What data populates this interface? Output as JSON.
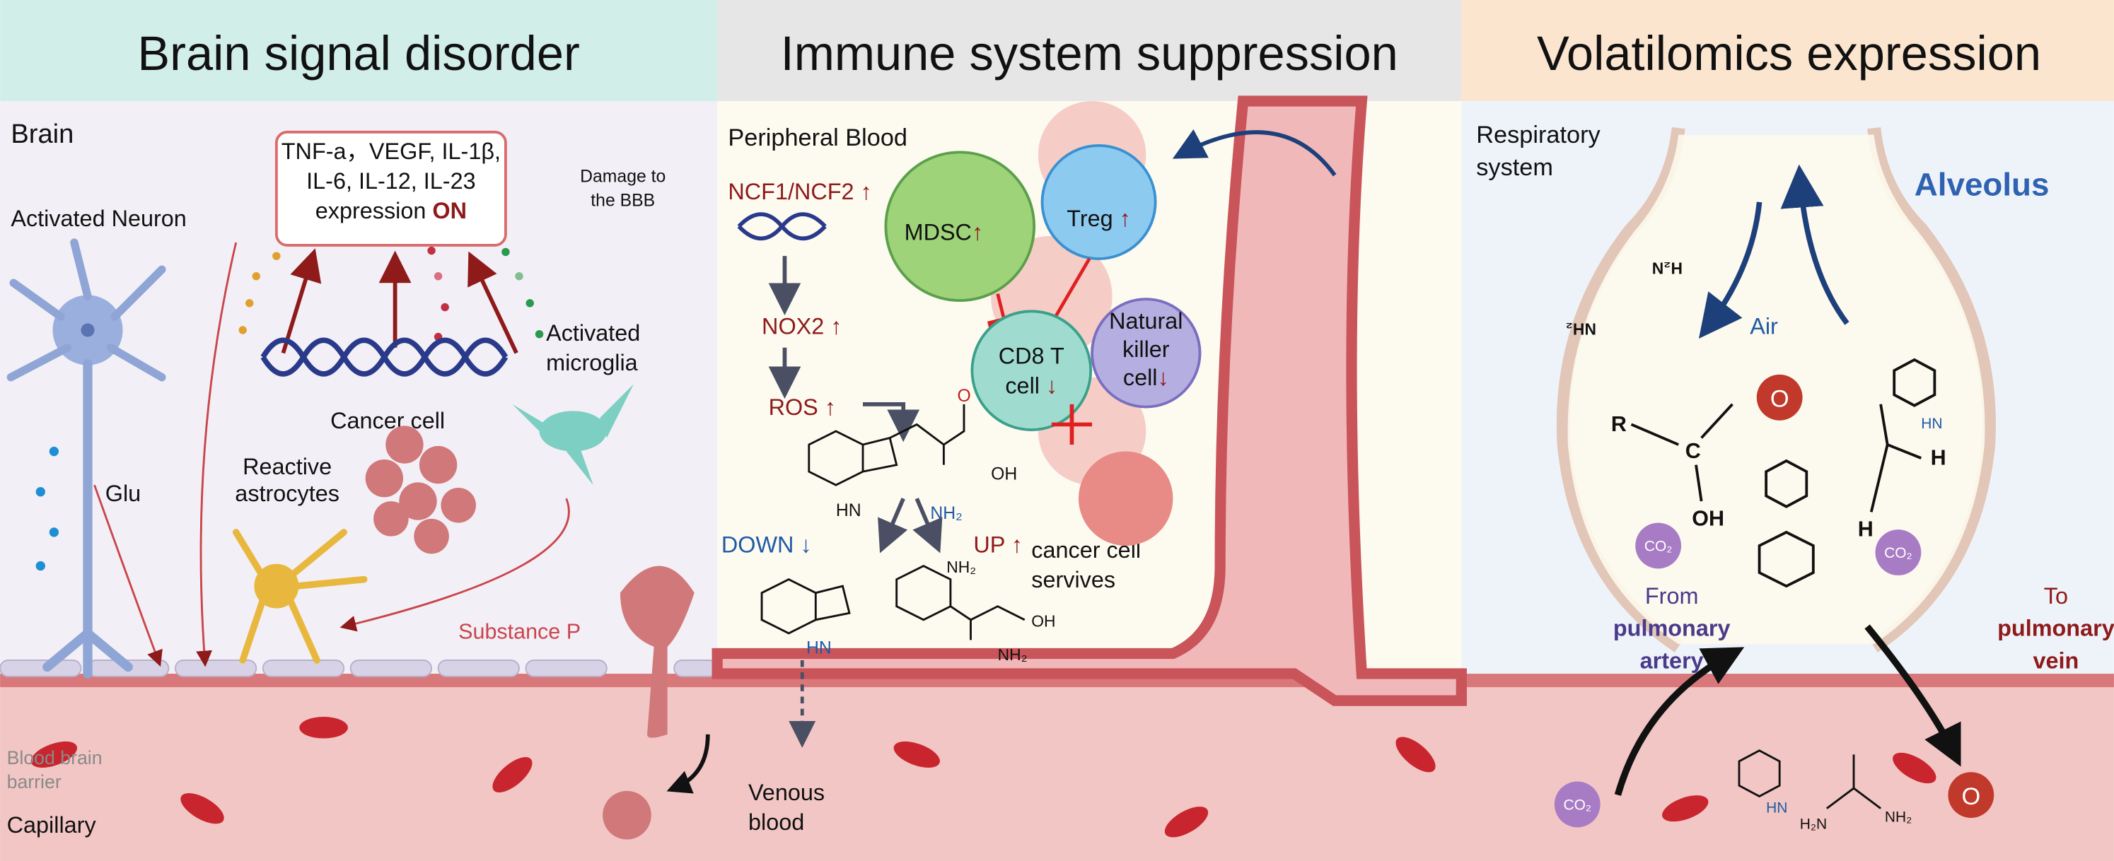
{
  "panels": [
    {
      "title": "Brain signal disorder",
      "header_color": "#d2eee8",
      "body_color": "#f3eff6"
    },
    {
      "title": "Immune system suppression",
      "header_color": "#e6e6e6",
      "body_color": "#fdfaf0"
    },
    {
      "title": "Volatilomics expression",
      "header_color": "#fbe5cf",
      "body_color": "#eef3fa"
    }
  ],
  "brain": {
    "region": "Brain",
    "neuron": "Activated Neuron",
    "cytokines_line1": "TNF-a，VEGF, IL-1β,",
    "cytokines_line2": "IL-6, IL-12, IL-23",
    "cytokines_line3": "expression",
    "cytokines_on": "ON",
    "damage_line1": "Damage to",
    "damage_line2": "the BBB",
    "microglia_line1": "Activated",
    "microglia_line2": "microglia",
    "cancer_cell": "Cancer cell",
    "astro_line1": "Reactive",
    "astro_line2": "astrocytes",
    "glu": "Glu",
    "substance_p": "Substance P",
    "bbb_line1": "Blood brain",
    "bbb_line2": "barrier",
    "capillary": "Capillary",
    "venous_line1": "Venous",
    "venous_line2": "blood"
  },
  "immune": {
    "region": "Peripheral Blood",
    "ncf": "NCF1/NCF2 ↑",
    "nox2": "NOX2 ↑",
    "ros": "ROS ↑",
    "mdsc": "MDSC",
    "treg": "Treg",
    "cd8_line1": "CD8 T",
    "cd8_line2": "cell",
    "nk_line1": "Natural",
    "nk_line2": "killer",
    "nk_line3": "cell",
    "up_arrow": "↑",
    "down_arrow": "↓",
    "oh": "OH",
    "o": "O",
    "hn": "HN",
    "nh2": "NH₂",
    "down": "DOWN ↓",
    "up": "UP ↑",
    "survive_line1": "cancer cell",
    "survive_line2": "servives"
  },
  "volatilomics": {
    "region_line1": "Respiratory",
    "region_line2": "system",
    "alveolus": "Alveolus",
    "air": "Air",
    "from_line1": "From",
    "from_line2": "pulmonary",
    "from_line3": "artery",
    "to_line1": "To",
    "to_line2": "pulmonary",
    "to_line3": "vein",
    "co2": "CO₂",
    "oxygen": "O",
    "r": "R",
    "c": "C",
    "oh": "OH",
    "h": "H",
    "hn": "HN",
    "nh2": "NH₂",
    "h2n": "H₂N"
  },
  "colors": {
    "vessel": "#c9545a",
    "capillary": "#f2c6c4",
    "arrow_red": "#8e1a1a",
    "arrow_blue": "#1d3f7a"
  }
}
